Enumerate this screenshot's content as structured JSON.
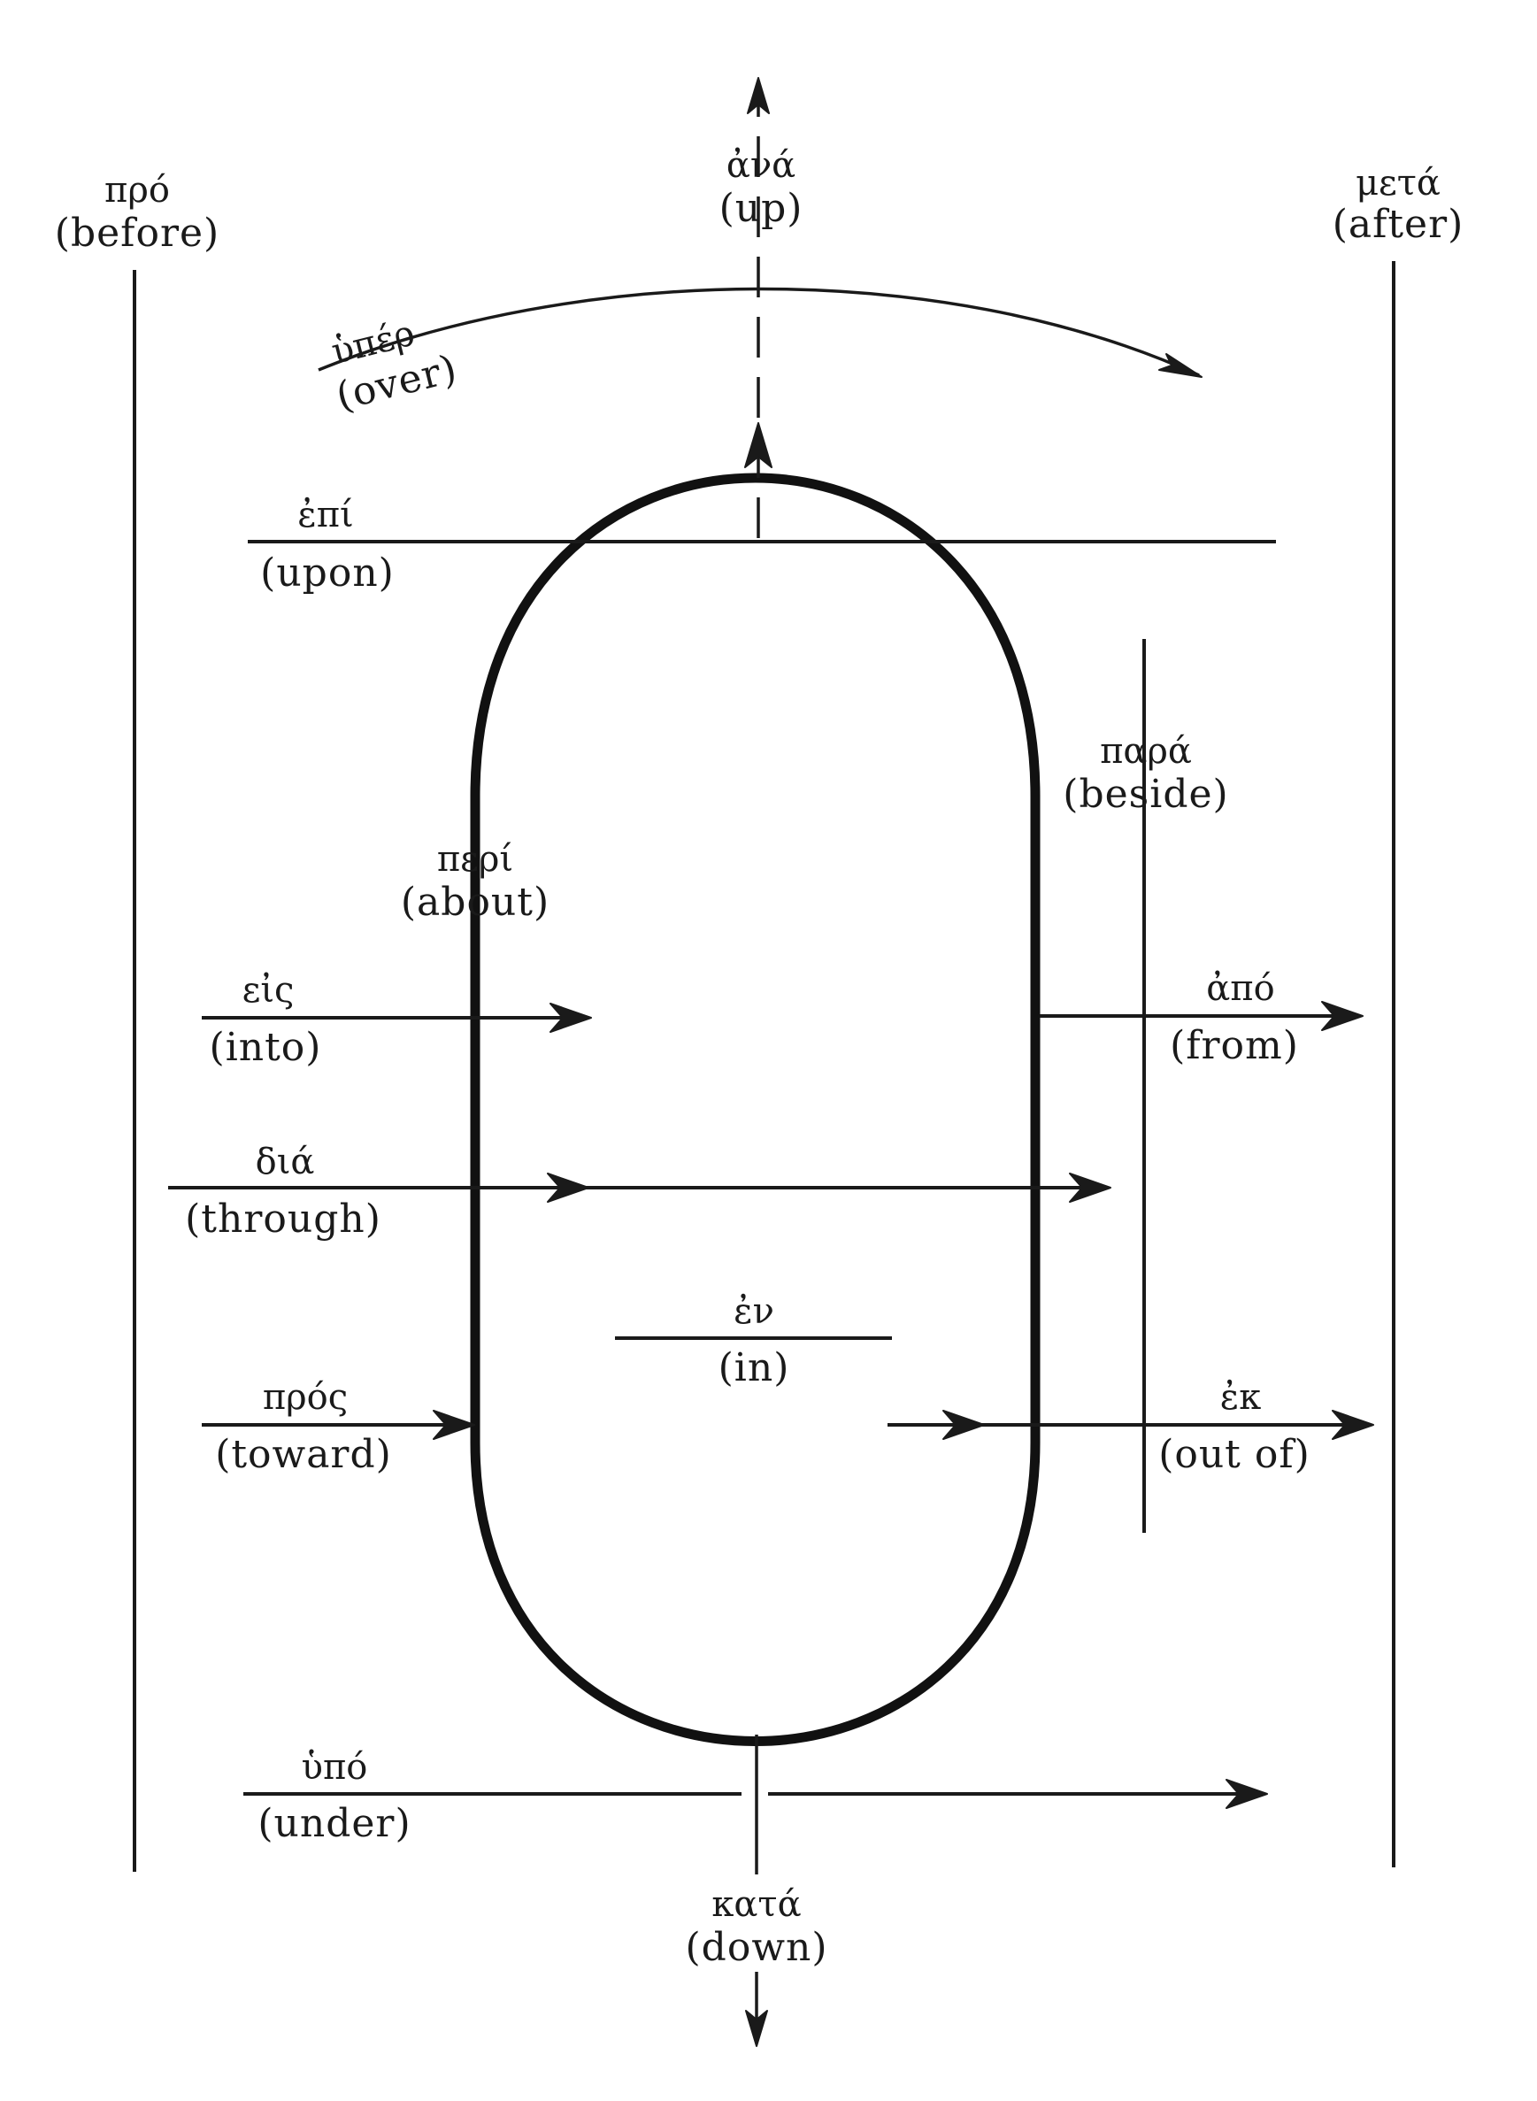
{
  "prepositions": {
    "pro": {
      "greek": "πρό",
      "english": "(before)"
    },
    "ana": {
      "greek": "ἀνά",
      "english": "(up)"
    },
    "meta": {
      "greek": "μετά",
      "english": "(after)"
    },
    "hyper": {
      "greek": "ὑπέρ",
      "english": "(over)"
    },
    "epi": {
      "greek": "ἐπί",
      "english": "(upon)"
    },
    "para": {
      "greek": "παρά",
      "english": "(beside)"
    },
    "peri": {
      "greek": "περί",
      "english": "(about)"
    },
    "eis": {
      "greek": "εἰς",
      "english": "(into)"
    },
    "apo": {
      "greek": "ἀπό",
      "english": "(from)"
    },
    "dia": {
      "greek": "διά",
      "english": "(through)"
    },
    "en": {
      "greek": "ἐν",
      "english": "(in)"
    },
    "pros": {
      "greek": "πρός",
      "english": "(toward)"
    },
    "ek": {
      "greek": "ἐκ",
      "english": "(out of)"
    },
    "hypo": {
      "greek": "ὑπό",
      "english": "(under)"
    },
    "kata": {
      "greek": "κατά",
      "english": "(down)"
    }
  }
}
